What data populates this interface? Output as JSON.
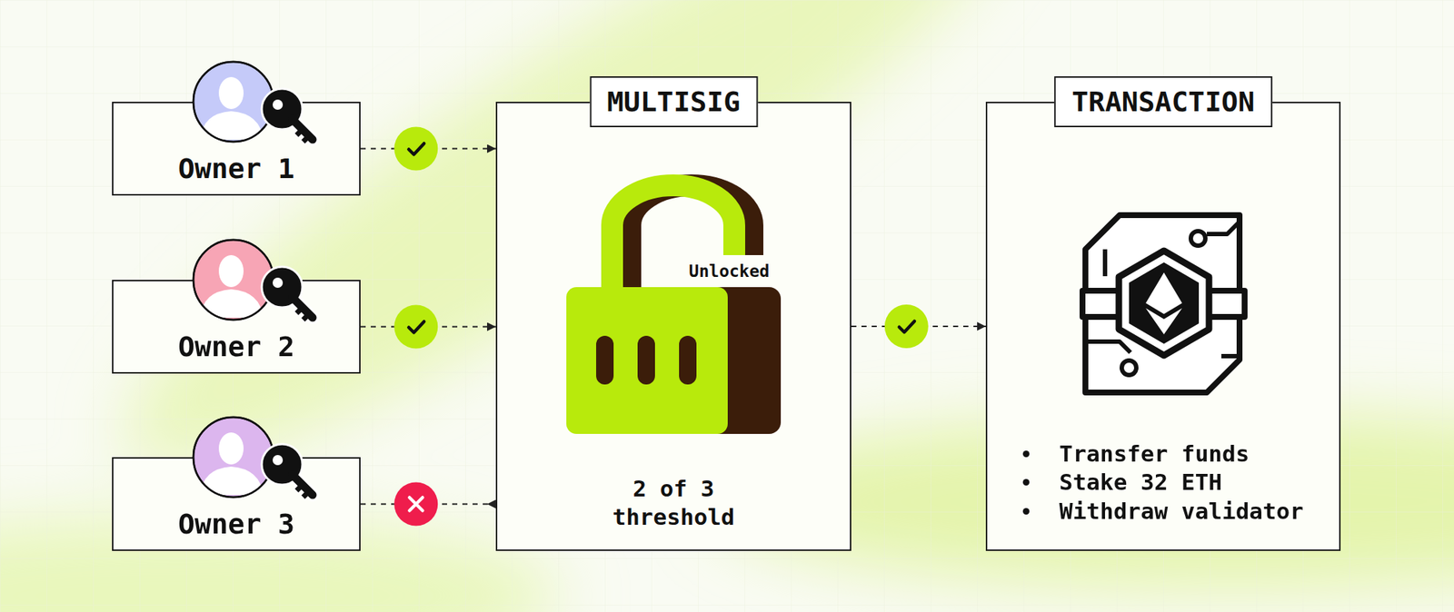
{
  "diagram": {
    "nodes": [
      {
        "text": [
          "Owner 1"
        ]
      },
      {
        "text": [
          "Owner 2"
        ]
      },
      {
        "text": [
          "Owner 3"
        ]
      },
      {
        "text": [
          "MULTISIG",
          "2 of 3 threshold"
        ]
      },
      {
        "text": [
          "TRANSACTION",
          "Transfer funds",
          "Stake 32 ETH",
          "Withdraw validator"
        ]
      }
    ],
    "edges": [
      {
        "from": 0,
        "to": 3,
        "arrow": "to"
      },
      {
        "from": 1,
        "to": 3,
        "arrow": "to"
      },
      {
        "from": 2,
        "to": 3,
        "arrow": "to"
      },
      {
        "from": 3,
        "to": 4,
        "arrow": "to"
      }
    ],
    "labels": [
      "Unlocked"
    ]
  }
}
